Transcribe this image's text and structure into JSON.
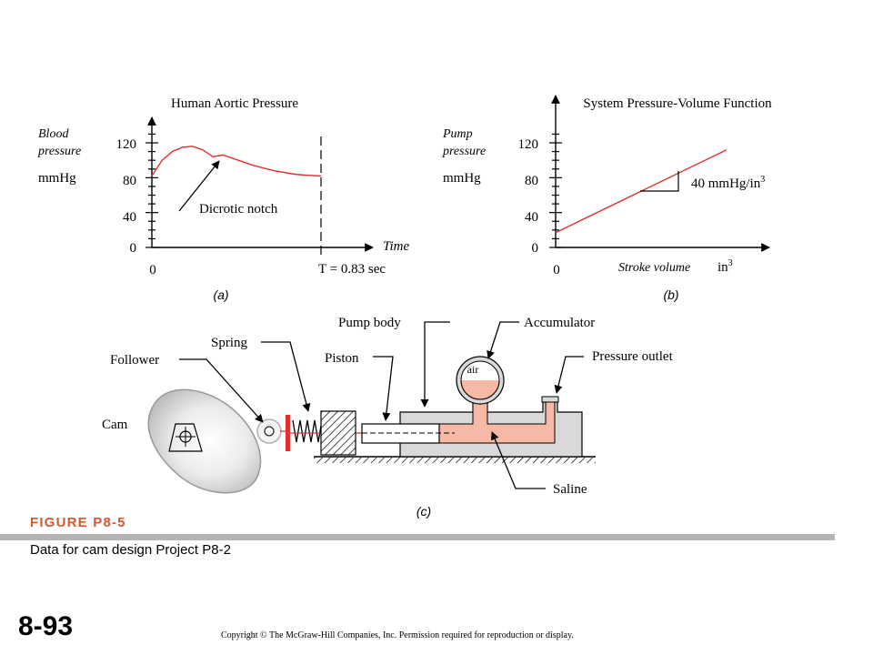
{
  "chart_data": [
    {
      "type": "line",
      "title": "Human Aortic Pressure",
      "ylabel": [
        "Blood",
        "pressure"
      ],
      "yunit": "mmHg",
      "xlabel": "Time",
      "xmarker_label": "T = 0.83 sec",
      "ylim": [
        0,
        140
      ],
      "xlim": [
        0,
        0.93
      ],
      "yticks": [
        "0",
        "40",
        "80",
        "120"
      ],
      "yticks_values": [
        0,
        40,
        80,
        120
      ],
      "xticks": [
        "0"
      ],
      "annotation": "Dicrotic notch",
      "panel_label": "(a)",
      "series": [
        {
          "x": [
            0,
            0.05,
            0.1,
            0.15,
            0.2,
            0.25,
            0.3,
            0.35,
            0.4,
            0.5,
            0.6,
            0.7,
            0.75,
            0.83
          ],
          "y": [
            82,
            100,
            110,
            115,
            116,
            112,
            104,
            106,
            102,
            94,
            88,
            84,
            83,
            82
          ]
        }
      ]
    },
    {
      "type": "line",
      "title": "System Pressure-Volume Function",
      "ylabel": [
        "Pump",
        "pressure"
      ],
      "yunit": "mmHg",
      "xlabel": "Stroke volume",
      "xunit": "in3",
      "ylim": [
        0,
        140
      ],
      "yticks": [
        "0",
        "40",
        "80",
        "120"
      ],
      "yticks_values": [
        0,
        40,
        80,
        120
      ],
      "xticks": [
        "0"
      ],
      "slope_label": "40 mmHg/in3",
      "panel_label": "(b)",
      "series": [
        {
          "x": [
            0,
            2.35
          ],
          "y": [
            17,
            112
          ]
        }
      ]
    }
  ],
  "diagram": {
    "labels": {
      "pump_body": "Pump body",
      "accumulator": "Accumulator",
      "spring": "Spring",
      "piston": "Piston",
      "pressure_outlet": "Pressure outlet",
      "follower": "Follower",
      "air": "air",
      "cam": "Cam",
      "saline": "Saline"
    },
    "panel_label": "(c)",
    "colors": {
      "saline": "#f5b9a5",
      "body": "#d9d9d9",
      "cam_edge": "#b8b8b8"
    }
  },
  "caption": {
    "figure_title": "FIGURE P8-5",
    "figure_subtitle": "Data for cam design Project P8-2",
    "accent": "#d05a32"
  },
  "footer": {
    "slide_number": "8-93",
    "copyright": "Copyright © The McGraw-Hill Companies, Inc. Permission required for reproduction or display."
  }
}
